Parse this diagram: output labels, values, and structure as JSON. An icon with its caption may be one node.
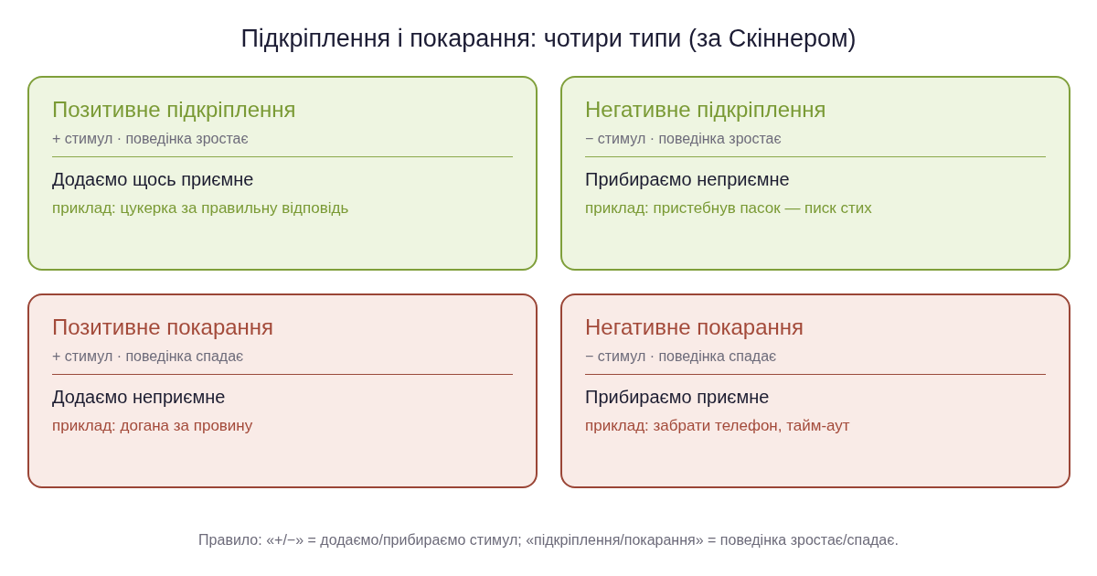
{
  "diagram": {
    "title": "Підкріплення і покарання: чотири типи (за Скіннером)",
    "nodes": [
      {
        "text": [
          "Позитивне підкріплення",
          "+ стимул · поведінка зростає",
          "Додаємо щось приємне",
          "приклад: цукерка за правильну відповідь"
        ]
      },
      {
        "text": [
          "Негативне підкріплення",
          "− стимул · поведінка зростає",
          "Прибираємо неприємне",
          "приклад: пристебнув пасок — писк стих"
        ]
      },
      {
        "text": [
          "Позитивне покарання",
          "+ стимул · поведінка спадає",
          "Додаємо неприємне",
          "приклад: догана за провину"
        ]
      },
      {
        "text": [
          "Негативне покарання",
          "− стимул · поведінка спадає",
          "Прибираємо приємне",
          "приклад: забрати телефон, тайм-аут"
        ]
      }
    ],
    "caption": "Правило: «+/−» = додаємо/прибираємо стимул; «підкріплення/покарання» = поведінка зростає/спадає."
  }
}
